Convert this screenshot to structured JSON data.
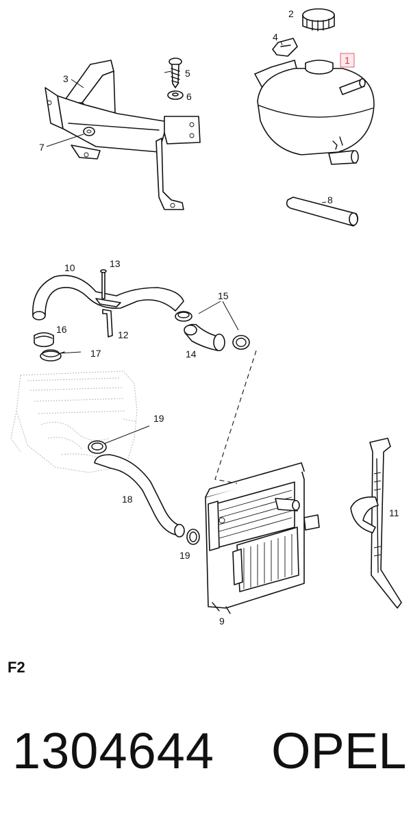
{
  "diagram": {
    "callouts": [
      {
        "id": "1",
        "label": "1",
        "highlighted": true
      },
      {
        "id": "2",
        "label": "2"
      },
      {
        "id": "3",
        "label": "3"
      },
      {
        "id": "4",
        "label": "4"
      },
      {
        "id": "5",
        "label": "5"
      },
      {
        "id": "6",
        "label": "6"
      },
      {
        "id": "7",
        "label": "7"
      },
      {
        "id": "8",
        "label": "8"
      },
      {
        "id": "9",
        "label": "9"
      },
      {
        "id": "10",
        "label": "10"
      },
      {
        "id": "11",
        "label": "11"
      },
      {
        "id": "12",
        "label": "12"
      },
      {
        "id": "13",
        "label": "13"
      },
      {
        "id": "14",
        "label": "14"
      },
      {
        "id": "15",
        "label": "15"
      },
      {
        "id": "16",
        "label": "16"
      },
      {
        "id": "17",
        "label": "17"
      },
      {
        "id": "18",
        "label": "18"
      },
      {
        "id": "19a",
        "label": "19"
      },
      {
        "id": "19b",
        "label": "19"
      }
    ],
    "highlight_color": "#e06070",
    "section_code": "F2"
  },
  "footer": {
    "part_number": "1304644",
    "brand": "OPEL"
  }
}
